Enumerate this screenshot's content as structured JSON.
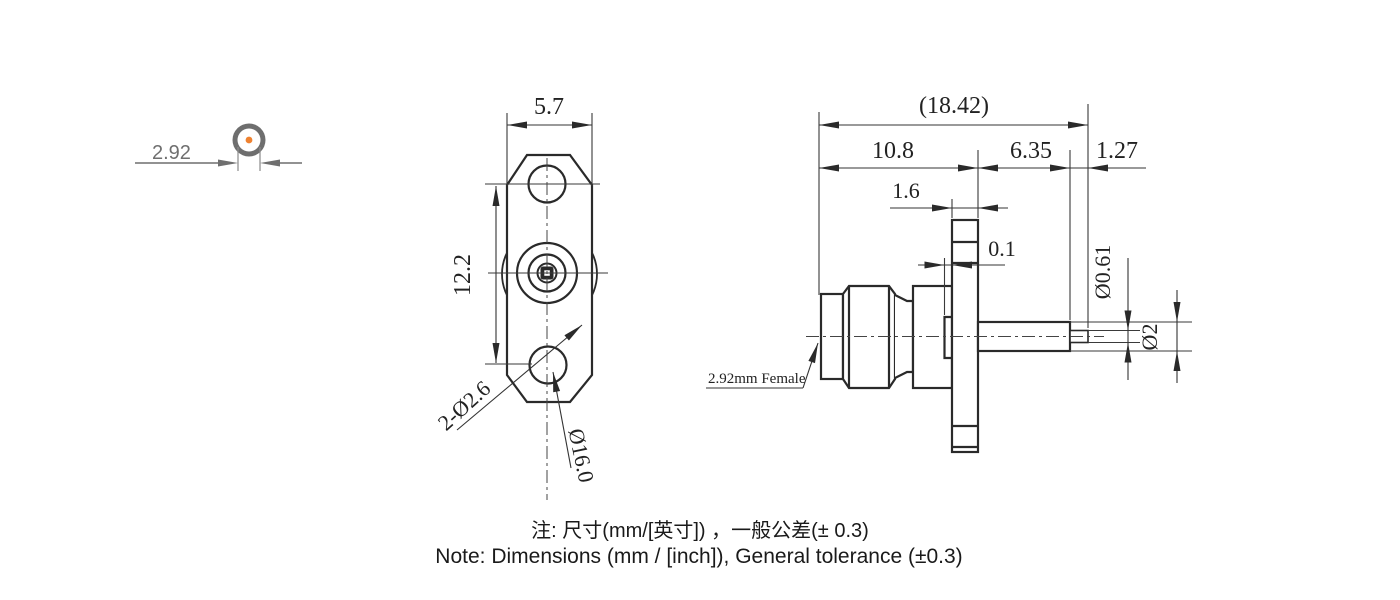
{
  "drawing": {
    "cable_view": {
      "bore_dia": "2.92"
    },
    "front_view": {
      "flange_width": "5.7",
      "hole_spacing": "12.2",
      "mounting_holes": "2-Ø2.6",
      "flange_dia": "Ø16.0"
    },
    "side_view": {
      "overall_length": "(18.42)",
      "body_length": "10.8",
      "tube_length": "6.35",
      "pin_length": "1.27",
      "flange_thickness": "1.6",
      "boss_height": "0.1",
      "pin_dia": "Ø0.61",
      "tube_dia": "Ø2",
      "interface_label": "2.92mm Female"
    },
    "notes": {
      "zh": "注: 尺寸(mm/[英寸]) ，一般公差(± 0.3)",
      "en": "Note: Dimensions (mm / [inch]), General tolerance (±0.3)"
    },
    "colors": {
      "line": "#2a2a2a",
      "cable_ring": "#6e6e6e",
      "cable_center": "#ef8230",
      "cable_dim": "#6f6f6f"
    }
  }
}
